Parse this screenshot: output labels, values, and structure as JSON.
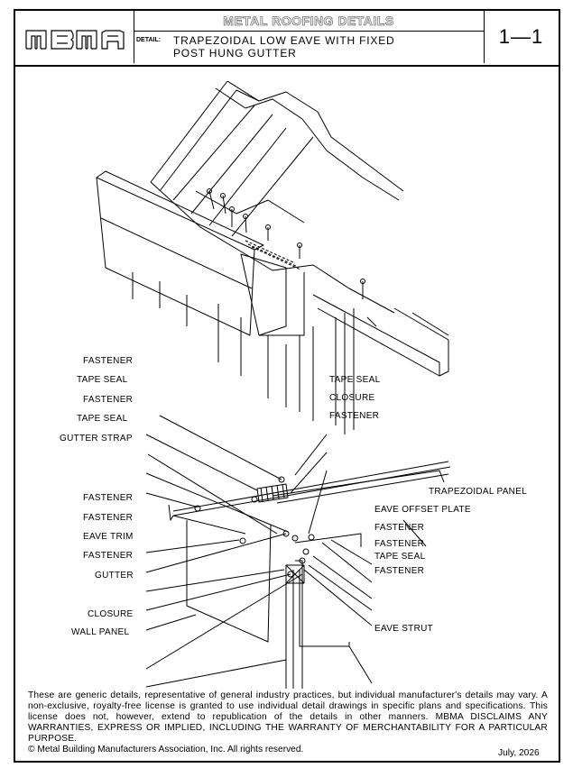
{
  "header": {
    "logo_text": "MBMA",
    "title": "METAL ROOFING DETAILS",
    "detail_label": "DETAIL:",
    "detail_line1": "TRAPEZOIDAL LOW EAVE WITH FIXED",
    "detail_line2": "POST HUNG GUTTER",
    "detail_number": "1—1"
  },
  "labels_left": [
    "FASTENER",
    "TAPE SEAL",
    "FASTENER",
    "TAPE SEAL",
    "GUTTER STRAP",
    "FASTENER",
    "FASTENER",
    "EAVE TRIM",
    "FASTENER",
    "GUTTER",
    "CLOSURE",
    "WALL PANEL"
  ],
  "labels_top": [
    "TAPE SEAL",
    "CLOSURE",
    "FASTENER"
  ],
  "labels_right": [
    "TRAPEZOIDAL PANEL",
    "EAVE OFFSET PLATE",
    "FASTENER",
    "FASTENER",
    "TAPE SEAL",
    "FASTENER",
    "EAVE STRUT"
  ],
  "disclaimer": "These are generic details, representative of general industry practices, but individual manufacturer's details may vary. A non-exclusive, royalty-free license is granted to use individual detail drawings in specific plans and specifications. This license does not, however, extend to republication of the details in other manners. MBMA DISCLAIMS ANY WARRANTIES, EXPRESS OR IMPLIED, INCLUDING THE WARRANTY OF MERCHANTABILITY FOR A PARTICULAR PURPOSE.",
  "copyright": "©  Metal Building Manufacturers Association, Inc.   All rights reserved.",
  "date": "July, 2026"
}
